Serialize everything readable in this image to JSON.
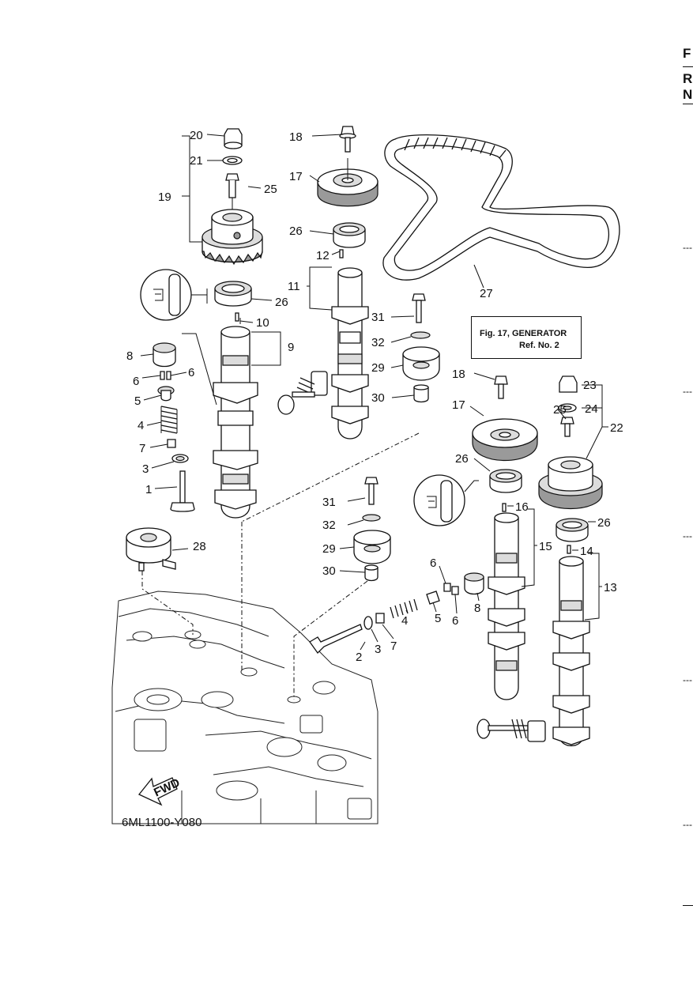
{
  "header": {
    "edge_letters": [
      "F",
      "R",
      "N"
    ]
  },
  "margin_ticks": [
    "---",
    "---",
    "---",
    "---",
    "---"
  ],
  "reference_box": {
    "line1": "Fig. 17, GENERATOR",
    "line2": "Ref. No. 2"
  },
  "figure_code": "6ML1100-Y080",
  "fwd_arrow_label": "FWD",
  "callouts": {
    "c1": "1",
    "c2a": "2",
    "c3a": "3",
    "c3b": "3",
    "c4a": "4",
    "c4b": "4",
    "c5a": "5",
    "c5b": "5",
    "c6a": "6",
    "c6b": "6",
    "c6c": "6",
    "c6d": "6",
    "c7a": "7",
    "c7b": "7",
    "c8a": "8",
    "c8b": "8",
    "c9": "9",
    "c10": "10",
    "c11": "11",
    "c12": "12",
    "c13": "13",
    "c14": "14",
    "c15": "15",
    "c16": "16",
    "c17a": "17",
    "c17b": "17",
    "c18a": "18",
    "c18b": "18",
    "c19": "19",
    "c20": "20",
    "c21": "21",
    "c22": "22",
    "c23": "23",
    "c24": "24",
    "c25a": "25",
    "c25b": "25",
    "c26a": "26",
    "c26b": "26",
    "c26c": "26",
    "c26d": "26",
    "c27": "27",
    "c28": "28",
    "c29a": "29",
    "c29b": "29",
    "c30a": "30",
    "c30b": "30",
    "c31a": "31",
    "c31b": "31",
    "c32a": "32",
    "c32b": "32"
  }
}
